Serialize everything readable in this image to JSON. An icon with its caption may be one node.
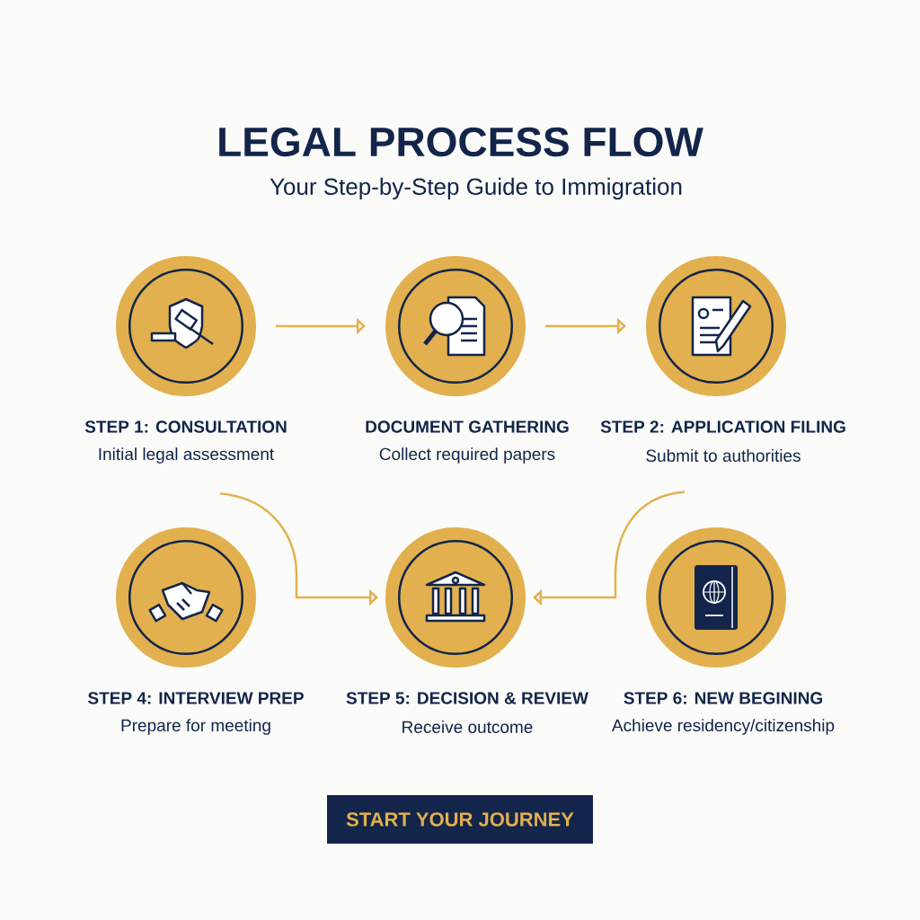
{
  "diagram": {
    "title": "LEGAL PROCESS FLOW",
    "caption": "Your Step-by-Step Guide to Immigration",
    "nodes": [
      {
        "text": [
          "STEP 1: CONSULTATION",
          "Initial legal assessment"
        ]
      },
      {
        "text": [
          "DOCUMENT GATHERING",
          "Collect required papers"
        ]
      },
      {
        "text": [
          "STEP 2: APPLICATION FILING",
          "Submit to authorities"
        ]
      },
      {
        "text": [
          "STEP 4: INTERVIEW PREP",
          "Prepare for meeting"
        ]
      },
      {
        "text": [
          "STEP 5: DECISION & REVIEW",
          "Receive outcome"
        ]
      },
      {
        "text": [
          "STEP 6: NEW BEGINING",
          "Achieve residency/citizenship"
        ]
      },
      {
        "text": [
          "START YOUR JOURNEY"
        ]
      }
    ],
    "edges": [
      {
        "from": 0,
        "to": 1,
        "arrow": "to"
      },
      {
        "from": 1,
        "to": 2,
        "arrow": "to"
      },
      {
        "from": 0,
        "to": 4,
        "arrow": "to"
      },
      {
        "from": 2,
        "to": 4,
        "arrow": "to"
      }
    ]
  }
}
